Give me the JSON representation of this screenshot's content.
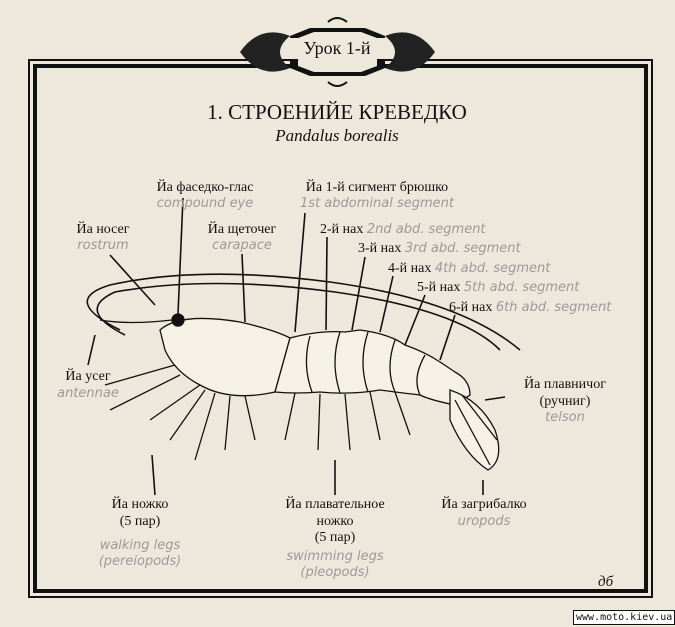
{
  "badge": "Урок 1-й",
  "title": "1. СТРОЕНИЙЕ КРЕВЕДКО",
  "subtitle": "Pandalus borealis",
  "labels": {
    "eye": {
      "ru": "Йа фаседко-глас",
      "en": "compound eye"
    },
    "rostrum": {
      "ru": "Йа носег",
      "en": "rostrum"
    },
    "carapace": {
      "ru": "Йа щеточег",
      "en": "carapace"
    },
    "seg1": {
      "ru": "Йа 1-й сигмент брюшко",
      "en": "1st abdominal segment"
    },
    "seg2": {
      "ru": "2-й нах",
      "en": "2nd abd. segment"
    },
    "seg3": {
      "ru": "3-й нах",
      "en": "3rd abd. segment"
    },
    "seg4": {
      "ru": "4-й нах",
      "en": "4th abd. segment"
    },
    "seg5": {
      "ru": "5-й нах",
      "en": "5th abd. segment"
    },
    "seg6": {
      "ru": "6-й нах",
      "en": "6th abd. segment"
    },
    "antennae": {
      "ru": "Йа усег",
      "en": "antennae"
    },
    "telson": {
      "ru1": "Йа плавничог",
      "ru2": "(ручниг)",
      "en": "telson"
    },
    "walking": {
      "ru1": "Йа ножко",
      "ru2": "(5 пар)",
      "en1": "walking legs",
      "en2": "(pereiopods)"
    },
    "swimming": {
      "ru1": "Йа плавательное",
      "ru2": "ножко",
      "ru3": "(5 пар)",
      "en1": "swimming legs",
      "en2": "(pleopods)"
    },
    "uropods": {
      "ru": "Йа загрибалко",
      "en": "uropods"
    }
  },
  "signature": "дб",
  "site": "www.moto.kiev.ua"
}
